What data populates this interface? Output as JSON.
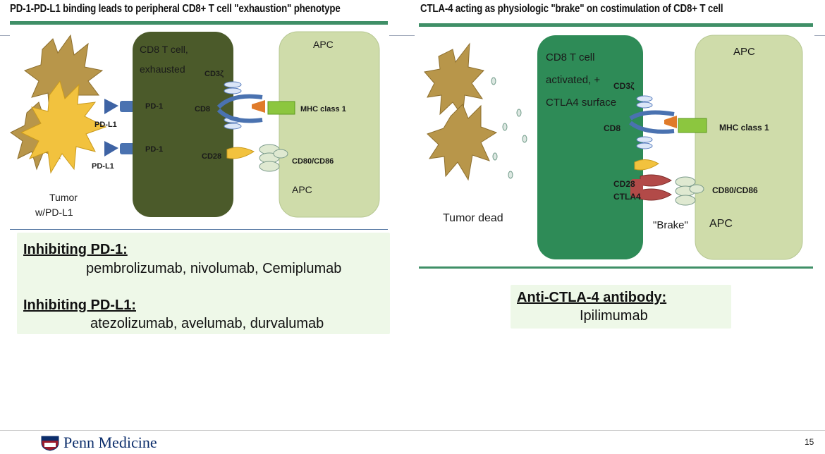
{
  "left": {
    "title": "PD-1-PD-L1 binding leads to peripheral CD8+ T cell \"exhaustion\" phenotype",
    "tumor_label_1": "Tumor",
    "tumor_label_2": "w/PD-L1",
    "pdl1_label": "PD-L1",
    "pd1_label": "PD-1",
    "tcell_label_1": "CD8 T cell,",
    "tcell_label_2": "exhausted",
    "cd3_label": "CD3ζ",
    "cd8_label": "CD8",
    "cd28_label": "CD28",
    "apc_top": "APC",
    "apc_bottom": "APC",
    "mhc_label": "MHC class 1",
    "cd80_label": "CD80/CD86",
    "drugs": {
      "pd1_heading": "Inhibiting PD-1:",
      "pd1_list": "pembrolizumab, nivolumab, Cemiplumab",
      "pdl1_heading": "Inhibiting PD-L1:",
      "pdl1_list": "atezolizumab, avelumab, durvalumab"
    }
  },
  "right": {
    "title": "CTLA-4 acting as physiologic \"brake\" on costimulation of CD8+ T cell",
    "tumor_label": "Tumor dead",
    "tcell_label_1": "CD8 T cell",
    "tcell_label_2": "activated, +",
    "tcell_label_3": "CTLA4 surface",
    "cd3_label": "CD3ζ",
    "cd8_label": "CD8",
    "cd28_label": "CD28",
    "ctla4_label": "CTLA4",
    "brake_label": "\"Brake\"",
    "apc_top": "APC",
    "apc_bottom": "APC",
    "mhc_label": "MHC class 1",
    "cd80_label": "CD80/CD86",
    "drugs": {
      "heading": "Anti-CTLA-4 antibody:",
      "list": "Ipilimumab"
    }
  },
  "colors": {
    "title_rule": "#3f8f67",
    "tcell_exhausted": "#4b5a2a",
    "tcell_activated": "#2e8b57",
    "apc": "#cfdcaa",
    "tumor_left": "#f2c23e",
    "tumor_brown": "#b8964a",
    "receptor_blue": "#4a72b0",
    "ctla4_red": "#b24a48",
    "brake_red": "#c0282a",
    "drug_box": "#eef8e8"
  },
  "footer": {
    "logo": "Penn Medicine",
    "page_number": "15"
  }
}
